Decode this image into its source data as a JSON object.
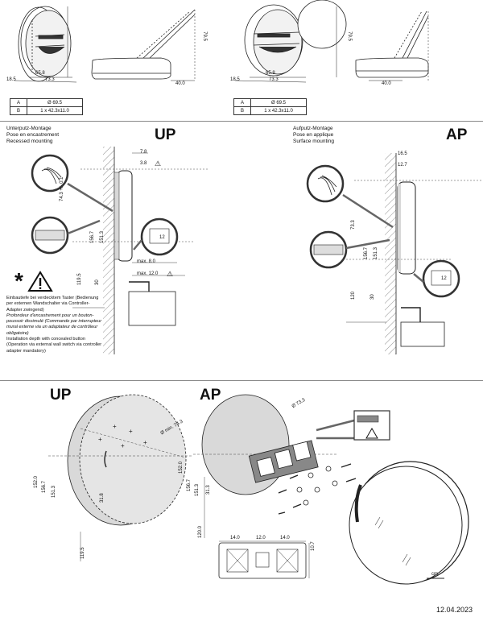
{
  "top": {
    "left": {
      "dims": {
        "w": "65.8",
        "d": "73.3",
        "h": "79.5",
        "side": "18.5",
        "depth": "40.0"
      },
      "table": [
        {
          "key": "A",
          "value": "Ø 69.5"
        },
        {
          "key": "B",
          "value": "1 x 42.3x11.0"
        }
      ]
    },
    "right": {
      "dims": {
        "w": "65.8",
        "d": "73.3",
        "h": "79.5",
        "side": "18.5",
        "depth": "40.0"
      },
      "table": [
        {
          "key": "A",
          "value": "Ø 69.5"
        },
        {
          "key": "B",
          "value": "1 x 42.3x11.0"
        }
      ]
    }
  },
  "middle": {
    "up": {
      "titles": [
        "Unterputz-Montage",
        "Pose en encastrement",
        "Recessed mounting"
      ],
      "code": "UP",
      "dims": {
        "a": "7.8",
        "b": "3.8",
        "c": "74.3 +/- 0.1",
        "d": "156.7",
        "e": "151.3",
        "f": "12",
        "g": "119.5",
        "h": "30",
        "maxa": "max. 8.0",
        "maxb": "max. 12.0"
      },
      "note_de": "Einbautiefe bei verdecktem Taster (Bedienung per externen Wandschalter via Controller-Adapter zwingend)",
      "note_fr": "Profondeur d'encastrement pour un bouton-poussoir dissimulé (Commande par interrupteur mural externe via un adaptateur de contrôleur obligatoire)",
      "note_en": "Installation depth with concealed button (Operation via external wall switch via controller adapter mandatory)"
    },
    "ap": {
      "titles": [
        "Aufputz-Montage",
        "Pose en applique",
        "Surface mounting"
      ],
      "code": "AP",
      "dims": {
        "a": "16.5",
        "b": "12.7",
        "c": "73.3",
        "d": "156.7",
        "e": "151.3",
        "f": "12",
        "g": "120",
        "h": "30"
      }
    }
  },
  "bottom": {
    "up_label": "UP",
    "ap_label": "AP",
    "dims": {
      "upmin": "Ø min. 74.3",
      "up152": "152.0",
      "up1567": "156.7",
      "up1513": "151.3",
      "up318": "31.8",
      "up1195": "119.5",
      "ap733": "Ø 73.3",
      "ap1520": "152.0",
      "ap1567": "156.7",
      "ap1513": "151.3",
      "ap313": "31.3",
      "ap1200": "120.0",
      "w1": "14.0",
      "w2": "12.0",
      "w3": "14.0",
      "h1": "10.7"
    },
    "unit": "cm",
    "date": "12.04.2023"
  }
}
